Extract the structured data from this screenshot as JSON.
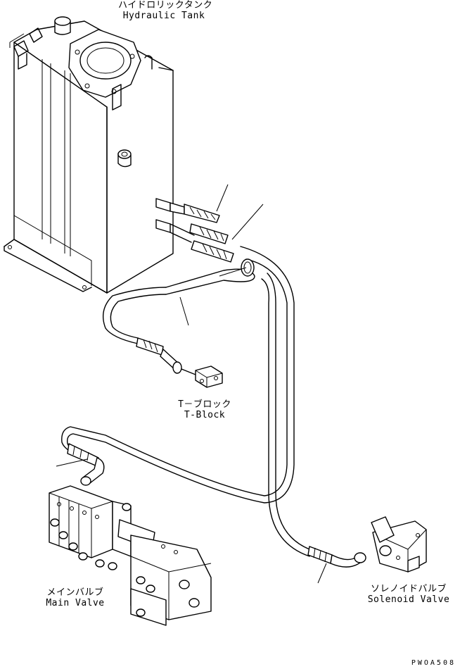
{
  "labels": {
    "hydraulic_tank": {
      "jp": "ハイドロリックタンク",
      "en": "Hydraulic Tank"
    },
    "t_block": {
      "jp": "T－ブロック",
      "en": "T-Block"
    },
    "main_valve": {
      "jp": "メインバルブ",
      "en": "Main Valve"
    },
    "solenoid_valve": {
      "jp": "ソレノイドバルブ",
      "en": "Solenoid Valve"
    }
  },
  "drawing_code": "PWOA508"
}
